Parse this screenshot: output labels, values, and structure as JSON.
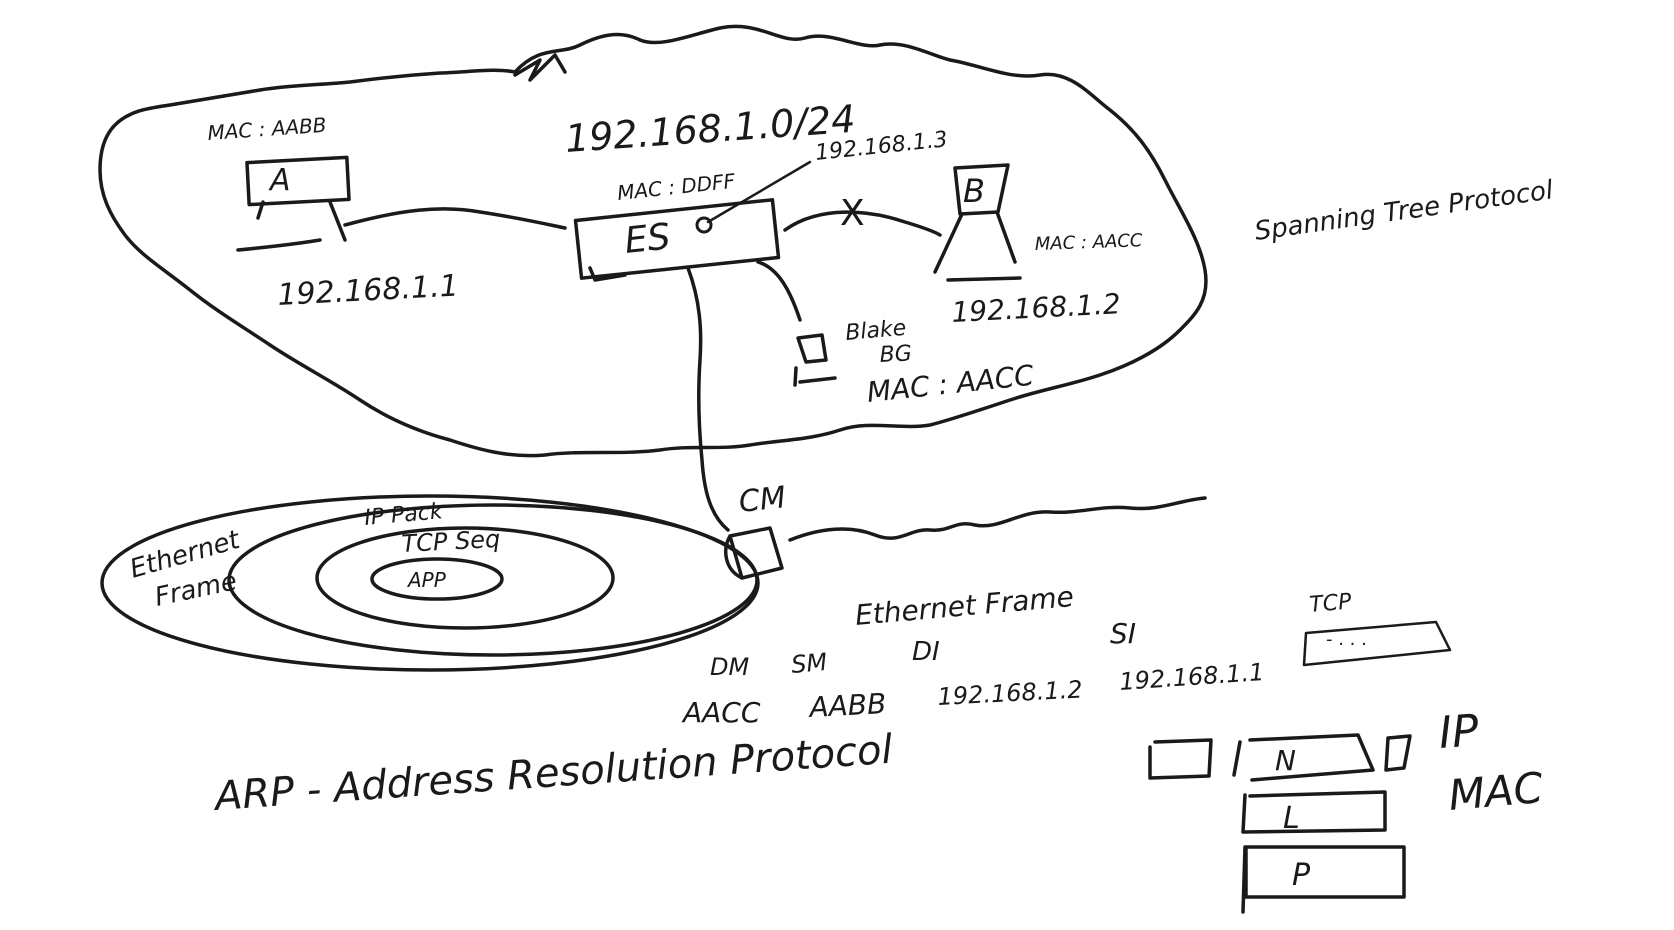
{
  "network": {
    "subnet": "192.168.1.0/24",
    "host_a": {
      "label": "A",
      "mac": "MAC : AABB",
      "ip": "192.168.1.1"
    },
    "switch": {
      "label": "ES",
      "mac": "MAC : DDFF",
      "port_ip": "192.168.1.3"
    },
    "host_b": {
      "label": "B",
      "mac": "MAC : AACC",
      "ip": "192.168.1.2"
    },
    "host_c": {
      "name_line1": "Blake",
      "name_line2": "BG",
      "mac": "MAC : AACC"
    },
    "link_blocked_mark": "X",
    "spanning_tree": "Spanning Tree Protocol",
    "cable_modem": "CM"
  },
  "encapsulation": {
    "outer": "Ethernet",
    "outer2": "Frame",
    "ip": "IP Pack",
    "tcp": "TCP Seq",
    "app": "APP"
  },
  "frame": {
    "title": "Ethernet Frame",
    "headers": [
      "DM",
      "SM",
      "DI",
      "SI"
    ],
    "values": [
      "AACC",
      "AABB",
      "192.168.1.2",
      "192.168.1.1"
    ],
    "tcp_label": "TCP",
    "tcp_content": "- . . ."
  },
  "arp": "ARP - Address Resolution Protocol",
  "layers": {
    "n": "N",
    "l": "L",
    "p": "P",
    "ip": "IP",
    "mac": "MAC"
  }
}
